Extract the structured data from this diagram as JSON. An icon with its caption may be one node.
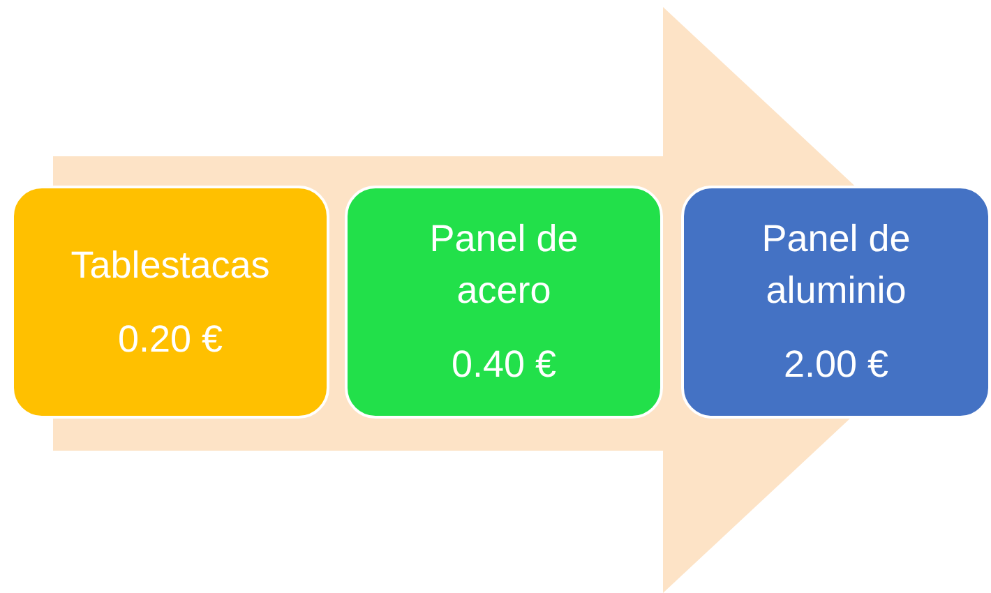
{
  "diagram": {
    "nodes": [
      {
        "text": [
          "Tablestacas",
          "0.20 €"
        ]
      },
      {
        "text": [
          "Panel de acero",
          "0.40 €"
        ]
      },
      {
        "text": [
          "Panel de aluminio",
          "2.00 €"
        ]
      }
    ],
    "edges": [
      {
        "from": 0,
        "to": 2,
        "arrow": "to"
      }
    ]
  }
}
